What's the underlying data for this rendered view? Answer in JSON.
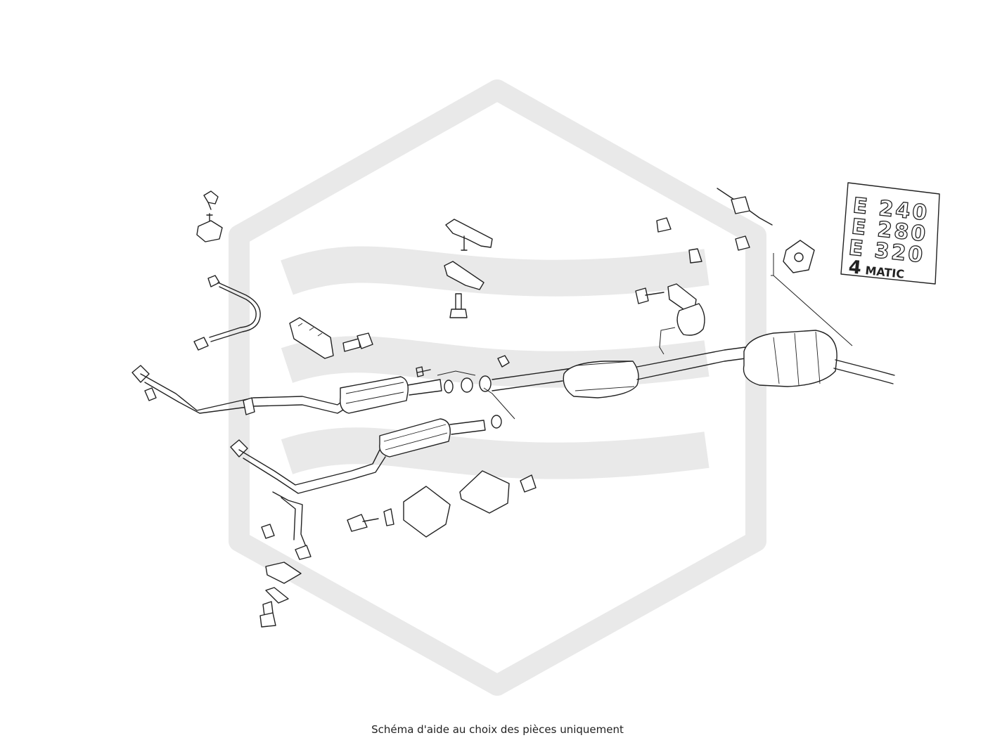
{
  "caption": "Schéma d'aide au choix des pièces uniquement",
  "badges": [
    "E 240",
    "E 280",
    "E 320"
  ],
  "badge_4matic": {
    "digit": "4",
    "word": "MATIC"
  },
  "colors": {
    "line": "#222222",
    "watermark": "#e9e9e9",
    "background": "#ffffff"
  },
  "watermark": "brand-logo"
}
